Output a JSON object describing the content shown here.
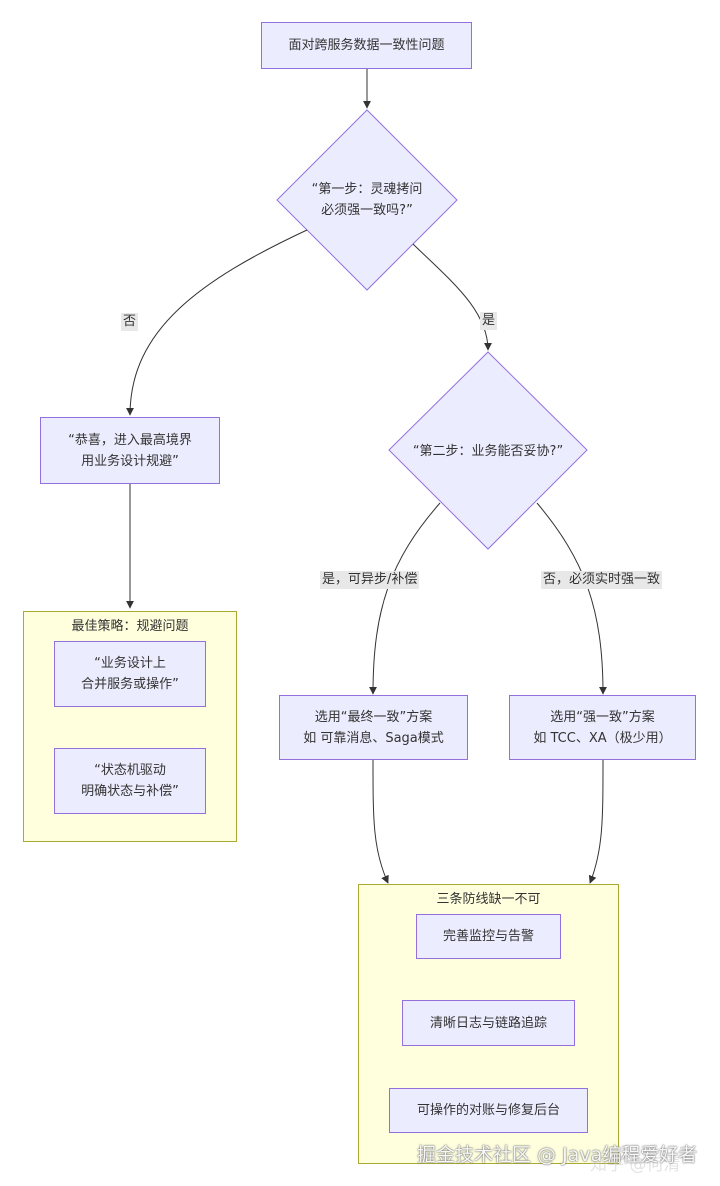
{
  "colors": {
    "node_fill": "#ECECFF",
    "node_stroke": "#9370DB",
    "group_fill": "#FFFFDE",
    "group_stroke": "#AAAA33",
    "edge": "#333333",
    "edge_label_bg": "#E8E8E8"
  },
  "nodes": {
    "start": "面对跨服务数据一致性问题",
    "step1": "“第一步：灵魂拷问\n必须强一致吗?”",
    "congrats": "“恭喜，进入最高境界\n用业务设计规避”",
    "step2": "“第二步：业务能否妥协?”",
    "eventual": "选用“最终一致”方案\n如 可靠消息、Saga模式",
    "strong": "选用“强一致”方案\n如 TCC、XA（极少用）"
  },
  "edge_labels": {
    "no": "否",
    "yes": "是",
    "async": "是，可异步/补偿",
    "realtime": "否，必须实时强一致"
  },
  "groups": {
    "best": {
      "title": "最佳策略：规避问题",
      "items": [
        "“业务设计上\n合并服务或操作”",
        "“状态机驱动\n明确状态与补偿”"
      ]
    },
    "defense": {
      "title": "三条防线缺一不可",
      "items": [
        "完善监控与告警",
        "清晰日志与链路追踪",
        "可操作的对账与修复后台"
      ]
    }
  },
  "watermark": {
    "primary": "掘金技术社区 @ Java编程爱好者",
    "secondary": "知乎 @何清"
  }
}
